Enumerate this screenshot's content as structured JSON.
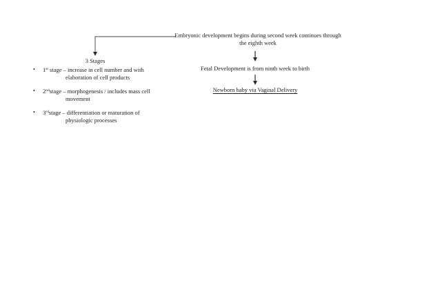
{
  "page": {
    "background": "#ffffff",
    "text_color": "#1c1c1c",
    "line_color": "#555555"
  },
  "top_note": {
    "line1": "Embryonic development begins during second week continues through",
    "line2": "the  eighth week"
  },
  "left_column": {
    "heading": "3 Stages",
    "bullet_glyph": "•",
    "bullets": [
      {
        "ordinal": "1",
        "suffix": "st",
        "rest": " stage – increase in cell number and with",
        "line2": "elaboration of cell products"
      },
      {
        "ordinal": "2",
        "suffix": "nd",
        "rest": "stage – morphogenesis / includes mass cell",
        "line2": "movement"
      },
      {
        "ordinal": "3",
        "suffix": "rd",
        "rest": "stage – differentiation or maturation of",
        "line2": "physiologic processes"
      }
    ]
  },
  "right_column": {
    "fetal_text": "Fetal Development is from ninth week to birth",
    "newborn_text": "Newborn baby via Vaginal Delivery"
  }
}
